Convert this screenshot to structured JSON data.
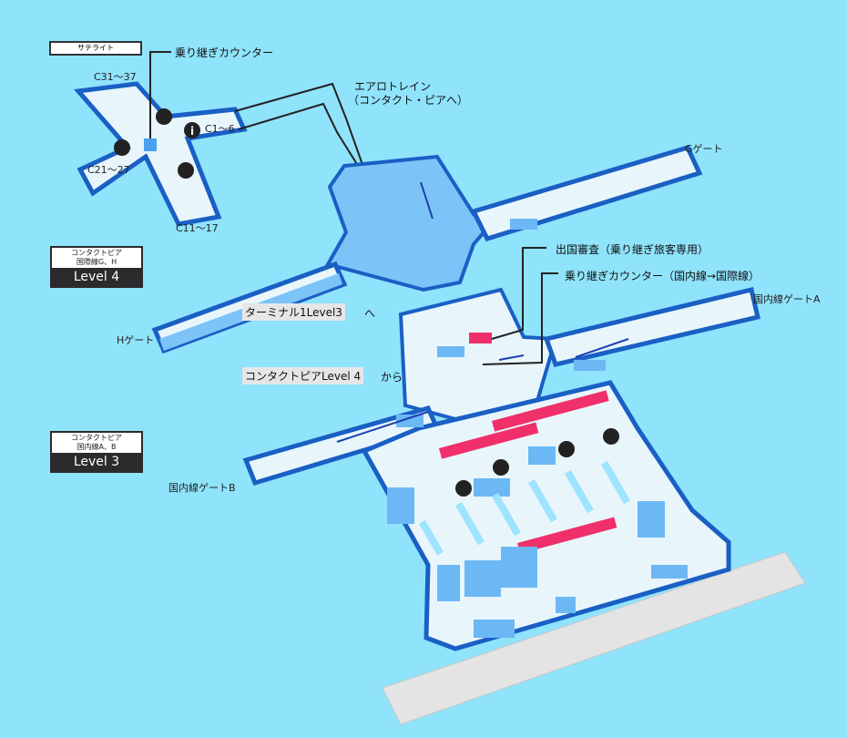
{
  "satellite": {
    "title": "サテライト",
    "gates": [
      "C31～37",
      "C1～6",
      "C21～27",
      "C11～17"
    ],
    "transfer_counter": "乗り継ぎカウンター"
  },
  "aerotrain": {
    "line1": "エアロトレイン",
    "line2": "（コンタクト・ピアへ）"
  },
  "level4": {
    "title_line1": "コンタクトピア",
    "title_line2": "国際線G、H",
    "level": "Level 4",
    "gate_g": "Gゲート",
    "gate_h": "Hゲート",
    "to_level3": "ターミナル1Level3",
    "to_level3_suffix": "へ"
  },
  "level3": {
    "title_line1": "コンタクトピア",
    "title_line2": "国内線A、B",
    "level": "Level 3",
    "gate_a": "国内線ゲートA",
    "gate_b": "国内線ゲートB",
    "from_level4": "コンタクトピアLevel 4",
    "from_level4_suffix": "から",
    "immigration": "出国審査（乗り継ぎ旅客専用）",
    "transfer_counter": "乗り継ぎカウンター（国内線→国際線）"
  },
  "colors": {
    "background": "#8fe3fb",
    "floor": "#e8f6fc",
    "wall": "#1a5fc4",
    "block": "#6cb8f5",
    "counter": "#f0306a",
    "road": "#e4e4e4"
  }
}
